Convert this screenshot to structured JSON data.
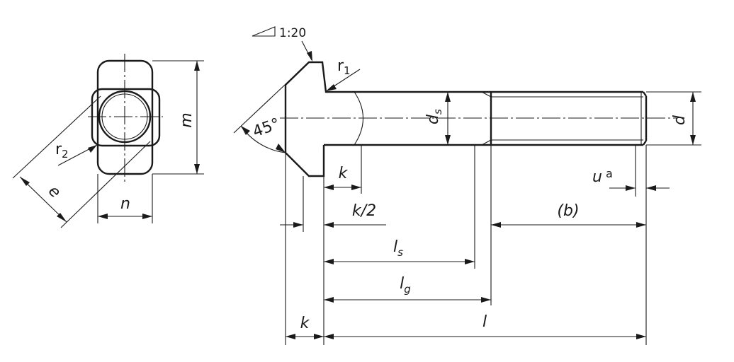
{
  "labels": {
    "taper": "1:20",
    "r1_base": "r",
    "r1_sub": "1",
    "r2_base": "r",
    "r2_sub": "2",
    "e": "e",
    "m": "m",
    "n": "n",
    "angle": "45°",
    "ds_base": "d",
    "ds_sub": "s",
    "d": "d",
    "k_top": "k",
    "k_half": "k/2",
    "u_base": "u",
    "u_sup": "a",
    "b_paren": "(b)",
    "ls_base": "l",
    "ls_sub": "s",
    "lg_base": "l",
    "lg_sub": "g",
    "k_bottom": "k",
    "l": "l"
  }
}
